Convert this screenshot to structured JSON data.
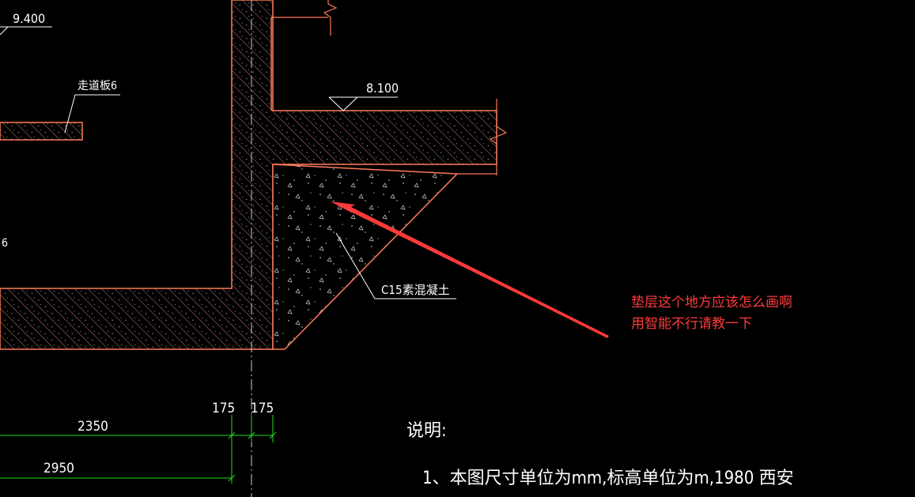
{
  "elevations": {
    "top_left": "9.400",
    "slab": "8.100"
  },
  "labels": {
    "walkway_slab": "走道板6",
    "left_slab_fragment": "6",
    "cushion": "C15素混凝土"
  },
  "dimensions": {
    "d175_a": "175",
    "d175_b": "175",
    "d2350": "2350",
    "d2950": "2950"
  },
  "notes": {
    "title": "说明:",
    "line1": "1、本图尺寸单位为mm,标高单位为m,1980 西安"
  },
  "annotation": {
    "line1": "垫层这个地方应该怎么画啊",
    "line2": "用智能不行请教一下"
  },
  "colors": {
    "outline": "#ff7a5c",
    "hatch": "#b07a6a",
    "dimension": "#22dd22",
    "arrow": "#ff3b3b",
    "text": "#ffffff"
  }
}
